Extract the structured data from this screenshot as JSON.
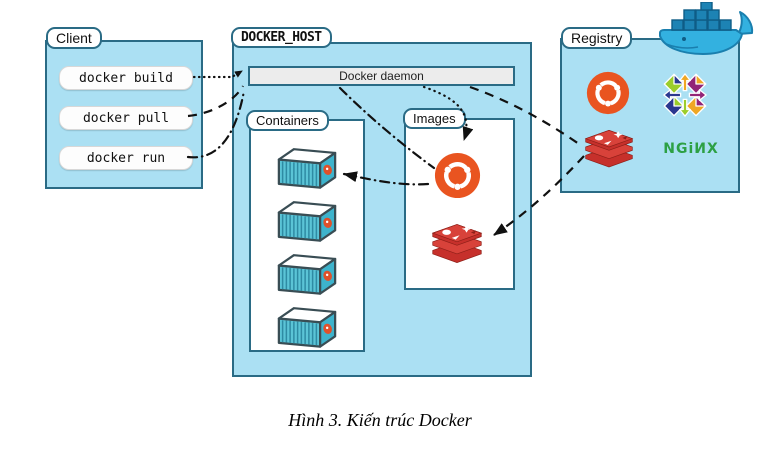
{
  "figure": {
    "caption": "Hình 3. Kiến trúc Docker"
  },
  "client": {
    "label": "Client",
    "commands": [
      "docker build",
      "docker pull",
      "docker run"
    ]
  },
  "docker_host": {
    "label": "DOCKER_HOST",
    "daemon_label": "Docker daemon",
    "containers": {
      "label": "Containers",
      "count": 4
    },
    "images": {
      "label": "Images",
      "items": [
        "ubuntu",
        "redis"
      ]
    }
  },
  "registry": {
    "label": "Registry",
    "items": [
      "ubuntu",
      "centos",
      "redis",
      "nginx"
    ],
    "nginx_wordmark": "NGiИX"
  },
  "flows": [
    {
      "command": "docker build",
      "line_style": "dotted",
      "route": "client → docker daemon → images (ubuntu)"
    },
    {
      "command": "docker pull",
      "line_style": "dashed",
      "route": "client → docker daemon → registry (redis) → images (redis)"
    },
    {
      "command": "docker run",
      "line_style": "dash-dot",
      "route": "client → docker daemon → images (ubuntu) → containers"
    }
  ],
  "colors": {
    "panel_fill": "#abe0f3",
    "panel_border": "#2a6b85",
    "daemon_fill": "#ececec",
    "ubuntu_orange": "#e95420",
    "redis_red": "#c6302b",
    "nginx_green": "#2da044",
    "centos_orange": "#efa724",
    "centos_purple": "#932577",
    "centos_green": "#9ccd2a",
    "centos_blue": "#2b388f",
    "docker_whale_blue": "#33b1e0",
    "container_teal": "#5bc4d6",
    "flow_line": "#111111"
  }
}
